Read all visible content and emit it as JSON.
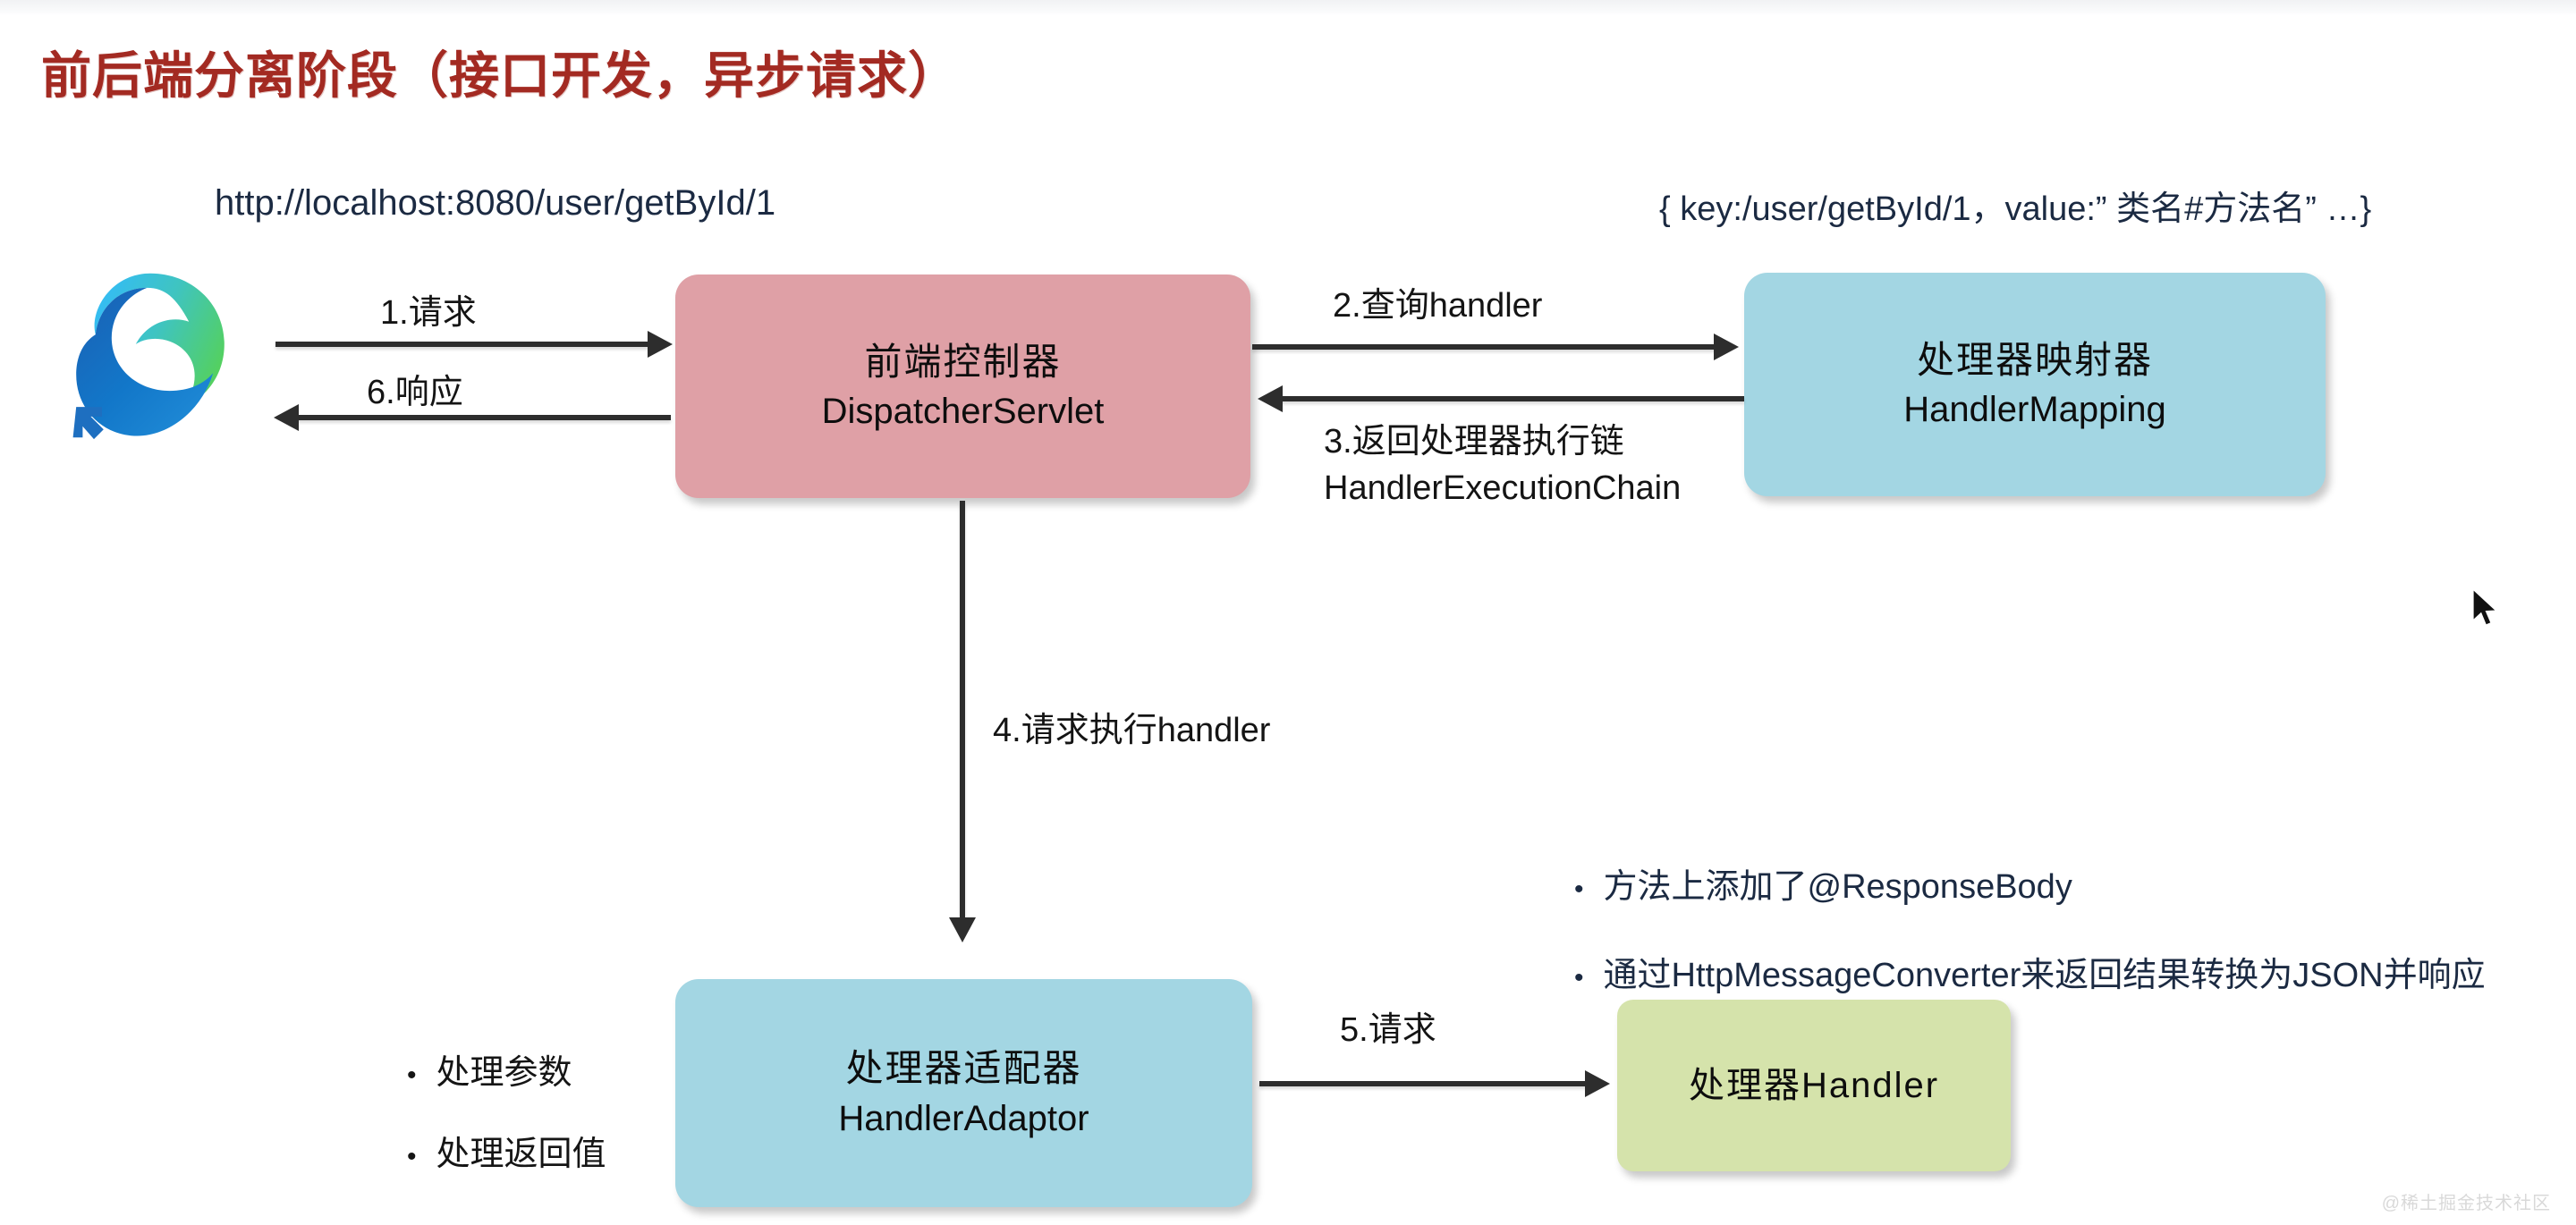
{
  "slide": {
    "title": "前后端分离阶段（接口开发，异步请求）",
    "watermark": "@稀土掘金技术社区"
  },
  "annotations": {
    "url": "http://localhost:8080/user/getById/1",
    "map_entry": "{ key:/user/getById/1，value:” 类名#方法名” …}"
  },
  "nodes": {
    "dispatcher": {
      "cn": "前端控制器",
      "en": "DispatcherServlet",
      "color": "#dfa0a6"
    },
    "mapping": {
      "cn": "处理器映射器",
      "en": "HandlerMapping",
      "color": "#a3d6e3"
    },
    "adaptor": {
      "cn": "处理器适配器",
      "en": "HandlerAdaptor",
      "color": "#a3d6e3"
    },
    "handler": {
      "cn": "处理器Handler",
      "color": "#d5e3ab"
    }
  },
  "flow_labels": {
    "step1": "1.请求",
    "step6": "6.响应",
    "step2": "2.查询handler",
    "step3_line1": "3.返回处理器执行链",
    "step3_line2": "HandlerExecutionChain",
    "step4": "4.请求执行handler",
    "step5": "5.请求"
  },
  "bullets_left": [
    "处理参数",
    "处理返回值"
  ],
  "bullets_right": [
    "方法上添加了@ResponseBody",
    "通过HttpMessageConverter来返回结果转换为JSON并响应"
  ],
  "icons": {
    "browser": "edge-browser-icon",
    "cursor": "mouse-pointer-icon",
    "bullet": "•"
  }
}
